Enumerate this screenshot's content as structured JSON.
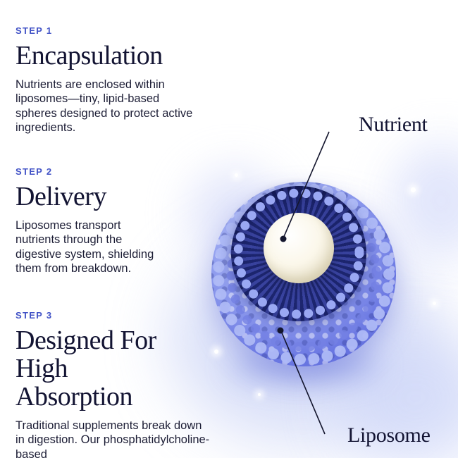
{
  "colors": {
    "accent_blue": "#4152c6",
    "heading_navy": "#131433",
    "body_text": "#1c1d35",
    "liposome_blue": "#7c89e8",
    "cavity_navy": "#232c7d",
    "core_cream": "#f7f2e2"
  },
  "steps": [
    {
      "label": "STEP 1",
      "title": "Encapsulation",
      "body": "Nutrients are enclosed within liposomes—tiny, lipid-based spheres designed to protect active ingredients."
    },
    {
      "label": "STEP 2",
      "title": "Delivery",
      "body": "Liposomes transport nutrients through the digestive system, shielding them from breakdown."
    },
    {
      "label": "STEP 3",
      "title": "Designed For High Absorption",
      "body": "Traditional supplements break down in digestion. Our phosphatidylcholine-based"
    }
  ],
  "diagram": {
    "nutrient_label": "Nutrient",
    "liposome_label": "Liposome"
  }
}
